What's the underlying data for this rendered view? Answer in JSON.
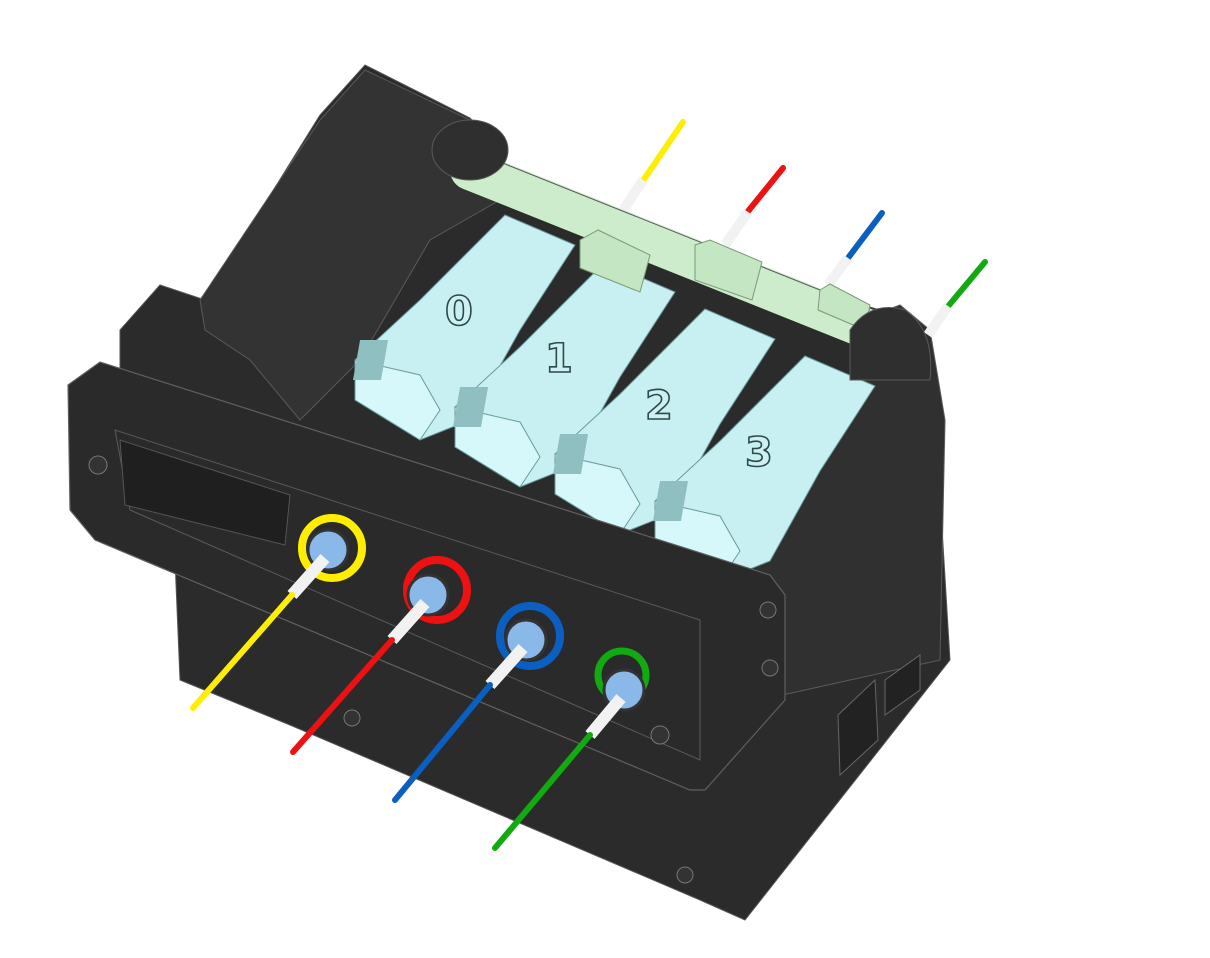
{
  "model": {
    "lever_labels": [
      "0",
      "1",
      "2",
      "3"
    ],
    "colors": {
      "body": "#2b2b2b",
      "lever": "#c8f0f2",
      "rod": "#cdeccb",
      "tube": "#f2f2f2"
    },
    "filaments": [
      {
        "name": "yellow",
        "color": "#ffee00"
      },
      {
        "name": "red",
        "color": "#ee1111"
      },
      {
        "name": "blue",
        "color": "#0a5fc0"
      },
      {
        "name": "green",
        "color": "#11aa11"
      }
    ]
  }
}
